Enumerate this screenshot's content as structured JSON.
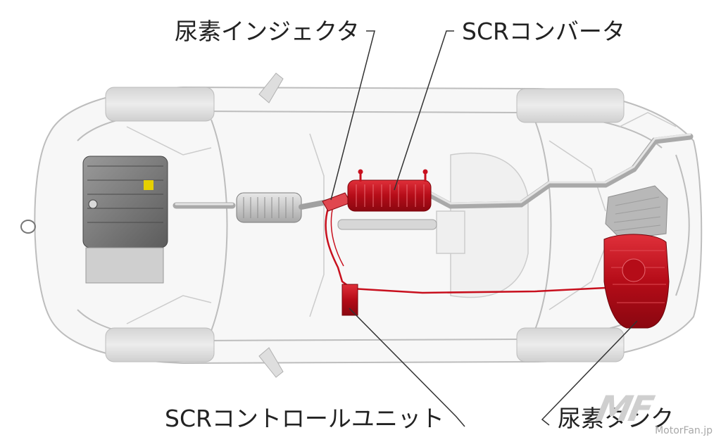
{
  "labels": {
    "urea_injector": "尿素インジェクタ",
    "scr_converter": "SCRコンバータ",
    "scr_control_unit": "SCRコントロールユニット",
    "urea_tank": "尿素タンク"
  },
  "watermark": {
    "mark": "MF",
    "url": "MotorFan.jp"
  },
  "colors": {
    "highlight_red": "#c8101e",
    "body_outline": "#b9b9b9",
    "leader_line": "#333333"
  }
}
